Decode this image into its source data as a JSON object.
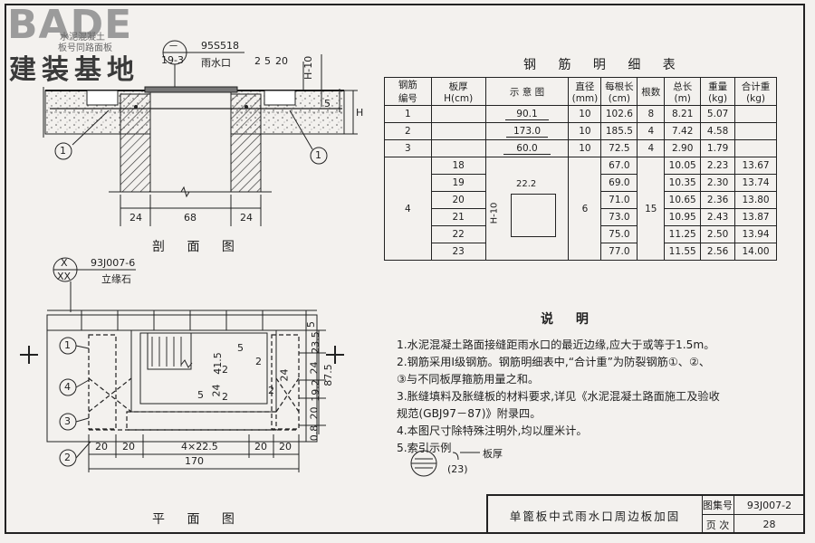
{
  "logo": {
    "brand": "BADE",
    "chinese": "建装基地",
    "watermark_1": "水泥混凝土",
    "watermark_2": "板号同路面板"
  },
  "section": {
    "title": "剖 面 图",
    "ref_circle_top": "一",
    "ref_circle_bottom": "19-3",
    "ref_code": "95S518",
    "ref_name": "雨水口",
    "dim_top": [
      "2",
      "5",
      "20"
    ],
    "dim_h_minus_10": "H-10",
    "dim_5": "5",
    "dim_H": "H",
    "dim_bottom": [
      "24",
      "68",
      "24"
    ],
    "callout": "1"
  },
  "plan": {
    "title": "平 面 图",
    "ref_top": "X",
    "ref_bottom": "XX",
    "ref_code": "93J007-6",
    "ref_name": "立缘石",
    "dim_bottom_row": [
      "20",
      "20",
      "4×22.5",
      "20",
      "20"
    ],
    "dim_total": "170",
    "dim_right": [
      "5",
      "23.5",
      "24",
      "19.2",
      "20",
      "0.8"
    ],
    "dim_87_5": "87.5",
    "dim_inner": [
      "41.5",
      "5",
      "24",
      "2",
      "2",
      "24",
      "2",
      "5",
      "2"
    ],
    "callouts": [
      "1",
      "4",
      "3",
      "2"
    ]
  },
  "rebar_table": {
    "title": "钢 筋 明 细 表",
    "headers": [
      "钢筋\n编号",
      "板厚\nH(cm)",
      "示 意 图",
      "直径\n(mm)",
      "每根长\n(cm)",
      "根数",
      "总长\n(m)",
      "重量\n(kg)",
      "合计重\n(kg)"
    ],
    "rows": [
      {
        "no": "1",
        "h": "",
        "shape": "90.1",
        "dia": "10",
        "len": "102.6",
        "count": "8",
        "total": "8.21",
        "weight": "5.07",
        "sum": ""
      },
      {
        "no": "2",
        "h": "",
        "shape": "173.0",
        "dia": "10",
        "len": "185.5",
        "count": "4",
        "total": "7.42",
        "weight": "4.58",
        "sum": ""
      },
      {
        "no": "3",
        "h": "",
        "shape": "60.0",
        "dia": "10",
        "len": "72.5",
        "count": "4",
        "total": "2.90",
        "weight": "1.79",
        "sum": ""
      }
    ],
    "row4": {
      "no": "4",
      "dia": "6",
      "count": "15",
      "shape_top": "22.2",
      "shape_side": "H-10",
      "sub": [
        {
          "h": "18",
          "len": "67.0",
          "total": "10.05",
          "weight": "2.23",
          "sum": "13.67"
        },
        {
          "h": "19",
          "len": "69.0",
          "total": "10.35",
          "weight": "2.30",
          "sum": "13.74"
        },
        {
          "h": "20",
          "len": "71.0",
          "total": "10.65",
          "weight": "2.36",
          "sum": "13.80"
        },
        {
          "h": "21",
          "len": "73.0",
          "total": "10.95",
          "weight": "2.43",
          "sum": "13.87"
        },
        {
          "h": "22",
          "len": "75.0",
          "total": "11.25",
          "weight": "2.50",
          "sum": "13.94"
        },
        {
          "h": "23",
          "len": "77.0",
          "total": "11.55",
          "weight": "2.56",
          "sum": "14.00"
        }
      ]
    }
  },
  "notes": {
    "title": "说   明",
    "items": [
      "1.水泥混凝土路面接缝距雨水口的最近边缘,应大于或等于1.5m。",
      "2.钢筋采用Ⅰ级钢筋。钢筋明细表中,“合计重”为防裂钢筋①、②、",
      "   ③与不同板厚箍筋用量之和。",
      "3.胀缝填料及胀缝板的材料要求,详见《水泥混凝土路面施工及验收",
      "   规范(GBJ97－87)》附录四。",
      "4.本图尺寸除特殊注明外,均以厘米计。",
      "5.索引示例"
    ],
    "index_label": "板厚",
    "index_value": "(23)"
  },
  "title_block": {
    "drawing_name": "单篦板中式雨水口周边板加固",
    "atlas_label": "图集号",
    "atlas_value": "93J007-2",
    "page_label": "页  次",
    "page_value": "28"
  }
}
